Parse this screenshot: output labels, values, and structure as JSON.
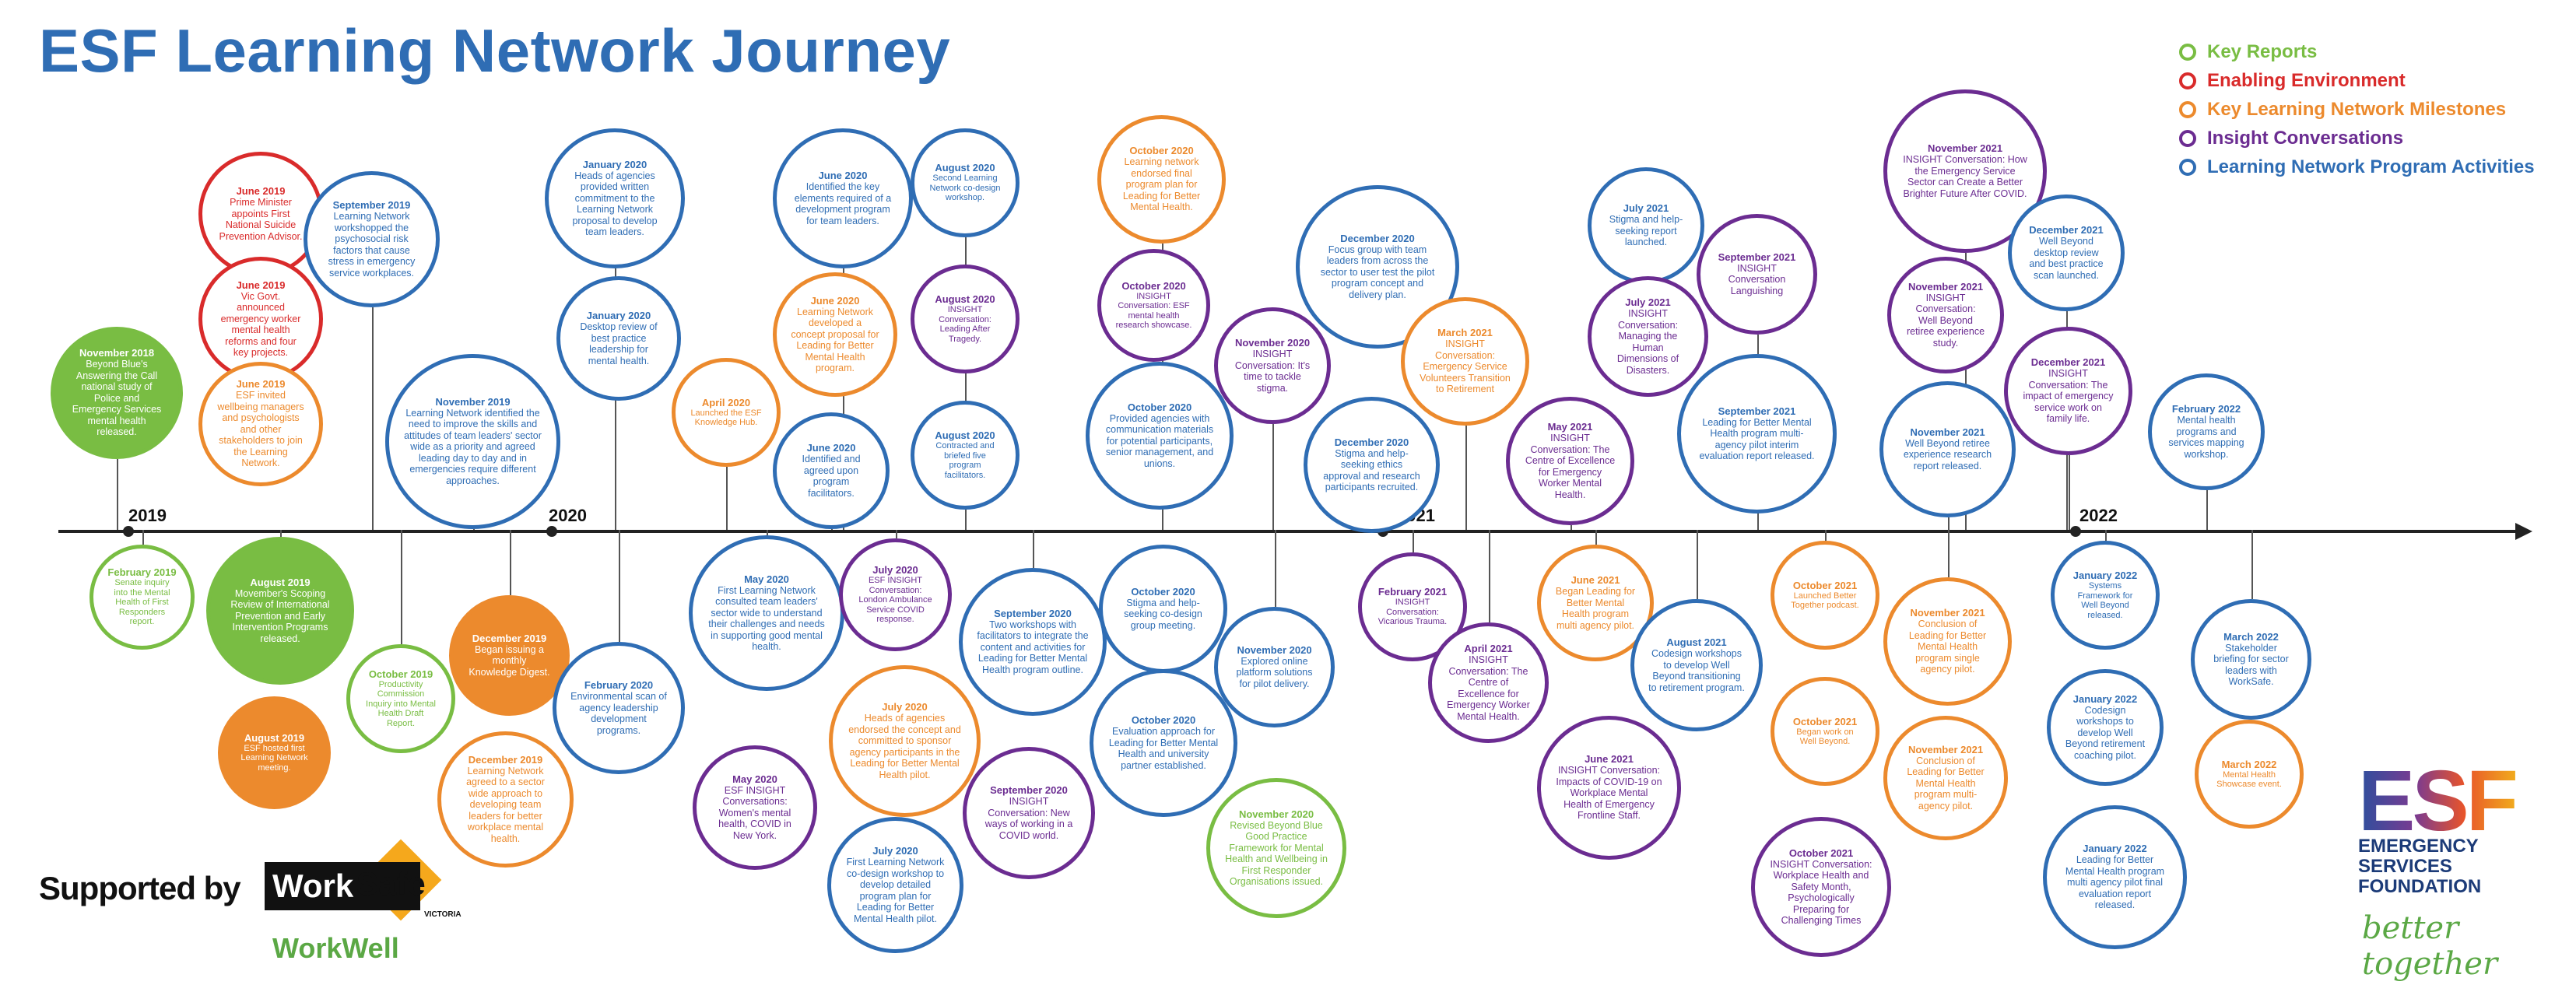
{
  "title": "ESF Learning Network Journey",
  "colors": {
    "key_reports": "#79bd43",
    "enabling_environment": "#d92b2b",
    "milestones": "#ec8a2d",
    "insight": "#6b2c91",
    "program": "#2f6db4"
  },
  "legend": [
    {
      "label": "Key Reports",
      "color_key": "key_reports"
    },
    {
      "label": "Enabling Environment",
      "color_key": "enabling_environment"
    },
    {
      "label": "Key Learning Network Milestones",
      "color_key": "milestones"
    },
    {
      "label": "Insight Conversations",
      "color_key": "insight"
    },
    {
      "label": "Learning Network Program Activities",
      "color_key": "program"
    }
  ],
  "years": [
    "2019",
    "2020",
    "2021",
    "2022"
  ],
  "events": [
    {
      "date": "November 2018",
      "text": "Beyond Blue's Answering the Call national study of Police and Emergency Services mental health released.",
      "cat": "key_reports",
      "filled": true
    },
    {
      "date": "February 2019",
      "text": "Senate inquiry into the Mental Health of First Responders report.",
      "cat": "key_reports"
    },
    {
      "date": "June 2019",
      "text": "Prime Minister appoints First National Suicide Prevention Advisor.",
      "cat": "enabling_environment"
    },
    {
      "date": "June 2019",
      "text": "Vic Govt. announced emergency worker mental health reforms and four key projects.",
      "cat": "enabling_environment"
    },
    {
      "date": "June 2019",
      "text": "ESF invited wellbeing managers and psychologists and other stakeholders to join the Learning Network.",
      "cat": "milestones"
    },
    {
      "date": "August 2019",
      "text": "Movember's Scoping Review of International Prevention and Early Intervention Programs released.",
      "cat": "key_reports",
      "filled": true
    },
    {
      "date": "August 2019",
      "text": "ESF hosted first Learning Network meeting.",
      "cat": "milestones",
      "filled": true
    },
    {
      "date": "September 2019",
      "text": "Learning Network workshopped the psychosocial risk factors that cause stress in emergency service workplaces.",
      "cat": "program"
    },
    {
      "date": "October 2019",
      "text": "Productivity Commission Inquiry into Mental Health Draft Report.",
      "cat": "key_reports"
    },
    {
      "date": "November 2019",
      "text": "Learning Network identified the need to improve the skills and attitudes of team leaders' sector wide as a priority and agreed leading day to day and in emergencies require different approaches.",
      "cat": "program"
    },
    {
      "date": "December 2019",
      "text": "Began issuing a monthly Knowledge Digest.",
      "cat": "milestones",
      "filled": true
    },
    {
      "date": "December 2019",
      "text": "Learning Network agreed to a sector wide approach to developing team leaders for better workplace mental health.",
      "cat": "milestones"
    },
    {
      "date": "January 2020",
      "text": "Heads of agencies provided written commitment to the Learning Network proposal to develop team leaders.",
      "cat": "program"
    },
    {
      "date": "January 2020",
      "text": "Desktop review of best practice leadership for mental health.",
      "cat": "program"
    },
    {
      "date": "February 2020",
      "text": "Environmental scan of agency leadership development programs.",
      "cat": "program"
    },
    {
      "date": "April 2020",
      "text": "Launched the ESF Knowledge Hub.",
      "cat": "milestones"
    },
    {
      "date": "May 2020",
      "text": "First Learning Network consulted team leaders' sector wide to understand their challenges and needs in supporting good mental health.",
      "cat": "program"
    },
    {
      "date": "May 2020",
      "text": "ESF INSIGHT Conversations: Women's mental health, COVID in New York.",
      "cat": "insight"
    },
    {
      "date": "June 2020",
      "text": "Identified the key elements required of a development program for team leaders.",
      "cat": "program"
    },
    {
      "date": "June 2020",
      "text": "Learning Network developed a concept proposal for Leading for Better Mental Health program.",
      "cat": "milestones"
    },
    {
      "date": "June 2020",
      "text": "Identified and agreed upon program facilitators.",
      "cat": "program"
    },
    {
      "date": "July 2020",
      "text": "ESF INSIGHT Conversation: London Ambulance Service COVID response.",
      "cat": "insight"
    },
    {
      "date": "July 2020",
      "text": "Heads of agencies endorsed the concept and committed to sponsor agency participants in the Leading for Better Mental Health pilot.",
      "cat": "milestones"
    },
    {
      "date": "July 2020",
      "text": "First Learning Network co-design workshop to develop detailed program plan for Leading for Better Mental Health pilot.",
      "cat": "program"
    },
    {
      "date": "August 2020",
      "text": "Second Learning Network co-design workshop.",
      "cat": "program"
    },
    {
      "date": "August 2020",
      "text": "INSIGHT Conversation: Leading After Tragedy.",
      "cat": "insight"
    },
    {
      "date": "August 2020",
      "text": "Contracted and briefed five program facilitators.",
      "cat": "program"
    },
    {
      "date": "September 2020",
      "text": "Two workshops with facilitators to integrate the content and activities for Leading for Better Mental Health program outline.",
      "cat": "program"
    },
    {
      "date": "September 2020",
      "text": "INSIGHT Conversation: New ways of working in a COVID world.",
      "cat": "insight"
    },
    {
      "date": "October 2020",
      "text": "Learning network endorsed final program plan for Leading for Better Mental Health.",
      "cat": "milestones"
    },
    {
      "date": "October 2020",
      "text": "INSIGHT Conversation: ESF mental health research showcase.",
      "cat": "insight"
    },
    {
      "date": "October 2020",
      "text": "Provided agencies with communication materials for potential participants, senior management, and unions.",
      "cat": "program"
    },
    {
      "date": "October 2020",
      "text": "Stigma and help-seeking co-design group meeting.",
      "cat": "program"
    },
    {
      "date": "October 2020",
      "text": "Evaluation approach for Leading for Better Mental Health and university partner established.",
      "cat": "program"
    },
    {
      "date": "November 2020",
      "text": "INSIGHT Conversation: It's time to tackle stigma.",
      "cat": "insight"
    },
    {
      "date": "November 2020",
      "text": "Explored online platform solutions for pilot delivery.",
      "cat": "program"
    },
    {
      "date": "November 2020",
      "text": "Revised Beyond Blue Good Practice Framework for Mental Health and Wellbeing in First Responder Organisations issued.",
      "cat": "key_reports"
    },
    {
      "date": "December 2020",
      "text": "Focus group with team leaders from across the sector to user test the pilot program concept and delivery plan.",
      "cat": "program"
    },
    {
      "date": "December 2020",
      "text": "Stigma and help-seeking ethics approval and research participants recruited.",
      "cat": "program"
    },
    {
      "date": "February 2021",
      "text": "INSIGHT Conversation: Vicarious Trauma.",
      "cat": "insight"
    },
    {
      "date": "March 2021",
      "text": "INSIGHT Conversation: Emergency Service Volunteers Transition to Retirement",
      "cat": "milestones"
    },
    {
      "date": "April 2021",
      "text": "INSIGHT Conversation: The Centre of Excellence for Emergency Worker Mental Health.",
      "cat": "insight"
    },
    {
      "date": "May 2021",
      "text": "INSIGHT Conversation: The Centre of Excellence for Emergency Worker Mental Health.",
      "cat": "insight"
    },
    {
      "date": "June 2021",
      "text": "Began Leading for Better Mental Health program multi agency pilot.",
      "cat": "milestones"
    },
    {
      "date": "June 2021",
      "text": "INSIGHT Conversation: Impacts of COVID-19 on Workplace Mental Health of Emergency Frontline Staff.",
      "cat": "insight"
    },
    {
      "date": "July 2021",
      "text": "Stigma and help-seeking report launched.",
      "cat": "program"
    },
    {
      "date": "July 2021",
      "text": "INSIGHT Conversation: Managing the Human Dimensions of Disasters.",
      "cat": "insight"
    },
    {
      "date": "August 2021",
      "text": "Codesign workshops to develop Well Beyond transitioning to retirement program.",
      "cat": "program"
    },
    {
      "date": "September 2021",
      "text": "INSIGHT Conversation Languishing",
      "cat": "insight"
    },
    {
      "date": "September 2021",
      "text": "Leading for Better Mental Health program multi-agency pilot interim evaluation report released.",
      "cat": "program"
    },
    {
      "date": "October 2021",
      "text": "Launched Better Together podcast.",
      "cat": "milestones"
    },
    {
      "date": "October 2021",
      "text": "Began work on Well Beyond.",
      "cat": "milestones"
    },
    {
      "date": "October 2021",
      "text": "INSIGHT Conversation: Workplace Health and Safety Month, Psychologically Preparing for Challenging Times",
      "cat": "insight"
    },
    {
      "date": "November 2021",
      "text": "INSIGHT Conversation: How the Emergency Service Sector can Create a Better Brighter Future After COVID.",
      "cat": "insight"
    },
    {
      "date": "November 2021",
      "text": "INSIGHT Conversation: Well Beyond retiree experience study.",
      "cat": "insight"
    },
    {
      "date": "November 2021",
      "text": "Well Beyond retiree experience research report released.",
      "cat": "program"
    },
    {
      "date": "November 2021",
      "text": "Conclusion of Leading for Better Mental Health program single agency pilot.",
      "cat": "milestones"
    },
    {
      "date": "November 2021",
      "text": "Conclusion of Leading for Better Mental Health program multi-agency pilot.",
      "cat": "milestones"
    },
    {
      "date": "December 2021",
      "text": "Well Beyond desktop review and best practice scan launched.",
      "cat": "program"
    },
    {
      "date": "December 2021",
      "text": "INSIGHT Conversation: The impact of emergency service work on family life.",
      "cat": "insight"
    },
    {
      "date": "January 2022",
      "text": "Systems Framework for Well Beyond released.",
      "cat": "program"
    },
    {
      "date": "January 2022",
      "text": "Codesign workshops to develop Well Beyond retirement coaching pilot.",
      "cat": "program"
    },
    {
      "date": "January 2022",
      "text": "Leading for Better Mental Health program multi agency pilot final evaluation report released.",
      "cat": "program"
    },
    {
      "date": "February 2022",
      "text": "Mental health programs and services mapping workshop.",
      "cat": "program"
    },
    {
      "date": "March 2022",
      "text": "Stakeholder briefing for sector leaders with WorkSafe.",
      "cat": "program"
    },
    {
      "date": "March 2022",
      "text": "Mental Health Showcase event.",
      "cat": "milestones"
    }
  ],
  "footer": {
    "supported_by": "Supported by",
    "worksafe_work": "Work",
    "worksafe_safe": "Safe",
    "worksafe_victoria": "VICTORIA",
    "workwell": "WorkWell",
    "esf_letters": "ESF",
    "esf_name_line1": "EMERGENCY",
    "esf_name_line2": "SERVICES",
    "esf_name_line3": "FOUNDATION",
    "tagline": "better together"
  },
  "icons": {
    "legend_marker": "ring-icon"
  }
}
